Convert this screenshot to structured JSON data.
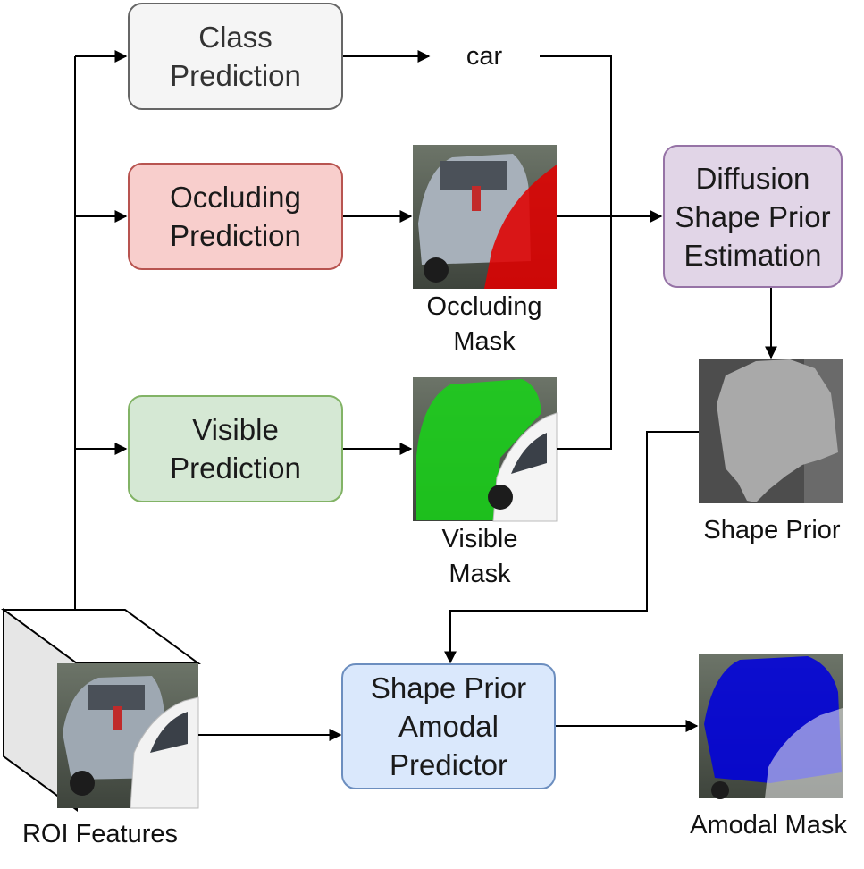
{
  "nodes": {
    "class_prediction": {
      "lines": [
        "Class",
        "Prediction"
      ],
      "fill": "#f5f5f5",
      "stroke": "#666666",
      "text_color": "#333333"
    },
    "occluding_prediction": {
      "lines": [
        "Occluding",
        "Prediction"
      ],
      "fill": "#f8cecc",
      "stroke": "#b85450"
    },
    "visible_prediction": {
      "lines": [
        "Visible",
        "Prediction"
      ],
      "fill": "#d5e8d4",
      "stroke": "#82b366"
    },
    "diffusion_shape_prior": {
      "lines": [
        "Diffusion",
        "Shape Prior",
        "Estimation"
      ],
      "fill": "#e1d5e7",
      "stroke": "#9673a6"
    },
    "shape_prior_amodal_predictor": {
      "lines": [
        "Shape Prior",
        "Amodal",
        "Predictor"
      ],
      "fill": "#dae8fc",
      "stroke": "#6c8ebf"
    }
  },
  "labels": {
    "class_output": "car",
    "occluding_mask": [
      "Occluding",
      "Mask"
    ],
    "visible_mask": [
      "Visible",
      "Mask"
    ],
    "shape_prior": "Shape Prior",
    "amodal_mask": "Amodal Mask",
    "roi_features": "ROI Features"
  },
  "mask_colors": {
    "occluding": "#e00000",
    "visible": "#19d019",
    "amodal": "#0000dd"
  }
}
